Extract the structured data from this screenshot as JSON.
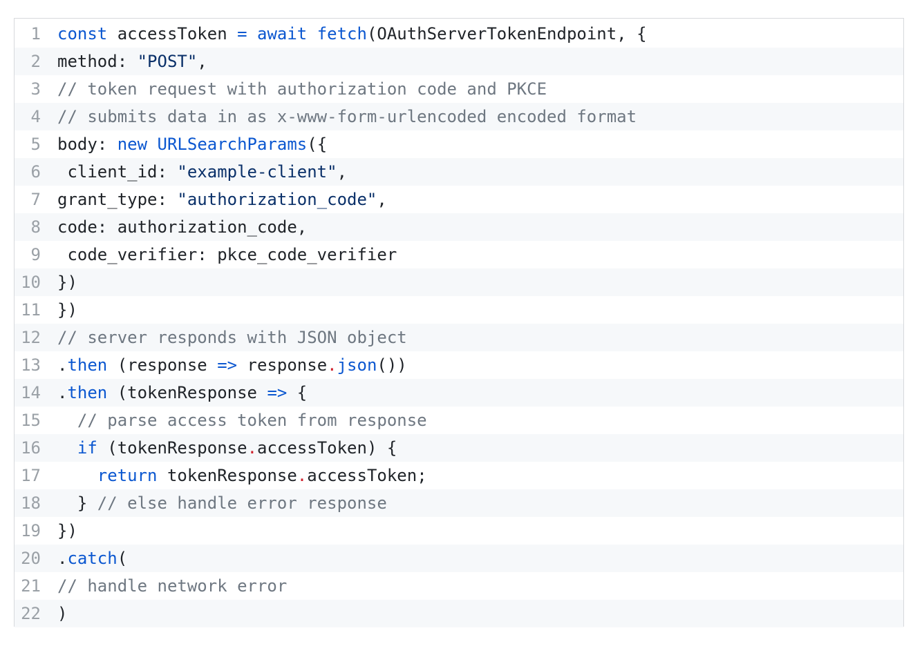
{
  "code_block": {
    "lines": [
      {
        "number": "1",
        "tokens": [
          {
            "text": "const",
            "type": "keyword"
          },
          {
            "text": " accessToken ",
            "type": "default"
          },
          {
            "text": "=",
            "type": "operator"
          },
          {
            "text": " ",
            "type": "default"
          },
          {
            "text": "await",
            "type": "keyword"
          },
          {
            "text": " ",
            "type": "default"
          },
          {
            "text": "fetch",
            "type": "keyword"
          },
          {
            "text": "(OAuthServerTokenEndpoint, {",
            "type": "default"
          }
        ]
      },
      {
        "number": "2",
        "tokens": [
          {
            "text": "method: ",
            "type": "default"
          },
          {
            "text": "\"POST\"",
            "type": "string"
          },
          {
            "text": ",",
            "type": "default"
          }
        ]
      },
      {
        "number": "3",
        "tokens": [
          {
            "text": "// token request with authorization code and PKCE",
            "type": "comment"
          }
        ]
      },
      {
        "number": "4",
        "tokens": [
          {
            "text": "// submits data in as x-www-form-urlencoded encoded format",
            "type": "comment"
          }
        ]
      },
      {
        "number": "5",
        "tokens": [
          {
            "text": "body: ",
            "type": "default"
          },
          {
            "text": "new",
            "type": "keyword"
          },
          {
            "text": " ",
            "type": "default"
          },
          {
            "text": "URLSearchParams",
            "type": "keyword"
          },
          {
            "text": "({",
            "type": "default"
          }
        ]
      },
      {
        "number": "6",
        "tokens": [
          {
            "text": " client_id: ",
            "type": "default"
          },
          {
            "text": "\"example-client\"",
            "type": "string"
          },
          {
            "text": ",",
            "type": "default"
          }
        ]
      },
      {
        "number": "7",
        "tokens": [
          {
            "text": "grant_type: ",
            "type": "default"
          },
          {
            "text": "\"authorization_code\"",
            "type": "string"
          },
          {
            "text": ",",
            "type": "default"
          }
        ]
      },
      {
        "number": "8",
        "tokens": [
          {
            "text": "code: authorization_code,",
            "type": "default"
          }
        ]
      },
      {
        "number": "9",
        "tokens": [
          {
            "text": " code_verifier: pkce_code_verifier",
            "type": "default"
          }
        ]
      },
      {
        "number": "10",
        "tokens": [
          {
            "text": "})",
            "type": "default"
          }
        ]
      },
      {
        "number": "11",
        "tokens": [
          {
            "text": "})",
            "type": "default"
          }
        ]
      },
      {
        "number": "12",
        "tokens": [
          {
            "text": "// server responds with JSON object",
            "type": "comment"
          }
        ]
      },
      {
        "number": "13",
        "tokens": [
          {
            "text": ".",
            "type": "default"
          },
          {
            "text": "then",
            "type": "keyword"
          },
          {
            "text": " (response ",
            "type": "default"
          },
          {
            "text": "=>",
            "type": "operator"
          },
          {
            "text": " response",
            "type": "default"
          },
          {
            "text": ".",
            "type": "dot"
          },
          {
            "text": "json",
            "type": "keyword"
          },
          {
            "text": "())",
            "type": "default"
          }
        ]
      },
      {
        "number": "14",
        "tokens": [
          {
            "text": ".",
            "type": "default"
          },
          {
            "text": "then",
            "type": "keyword"
          },
          {
            "text": " (tokenResponse ",
            "type": "default"
          },
          {
            "text": "=>",
            "type": "operator"
          },
          {
            "text": " {",
            "type": "default"
          }
        ]
      },
      {
        "number": "15",
        "tokens": [
          {
            "text": "  // parse access token from response",
            "type": "comment"
          }
        ]
      },
      {
        "number": "16",
        "tokens": [
          {
            "text": "  ",
            "type": "default"
          },
          {
            "text": "if",
            "type": "keyword"
          },
          {
            "text": " (tokenResponse",
            "type": "default"
          },
          {
            "text": ".",
            "type": "dot"
          },
          {
            "text": "accessToken) {",
            "type": "default"
          }
        ]
      },
      {
        "number": "17",
        "tokens": [
          {
            "text": "    ",
            "type": "default"
          },
          {
            "text": "return",
            "type": "keyword"
          },
          {
            "text": " tokenResponse",
            "type": "default"
          },
          {
            "text": ".",
            "type": "dot"
          },
          {
            "text": "accessToken;",
            "type": "default"
          }
        ]
      },
      {
        "number": "18",
        "tokens": [
          {
            "text": "  } ",
            "type": "default"
          },
          {
            "text": "// else handle error response",
            "type": "comment"
          }
        ]
      },
      {
        "number": "19",
        "tokens": [
          {
            "text": "})",
            "type": "default"
          }
        ]
      },
      {
        "number": "20",
        "tokens": [
          {
            "text": ".",
            "type": "default"
          },
          {
            "text": "catch",
            "type": "keyword"
          },
          {
            "text": "(",
            "type": "default"
          }
        ]
      },
      {
        "number": "21",
        "tokens": [
          {
            "text": "// handle network error",
            "type": "comment"
          }
        ]
      },
      {
        "number": "22",
        "tokens": [
          {
            "text": ")",
            "type": "default"
          }
        ]
      }
    ]
  }
}
